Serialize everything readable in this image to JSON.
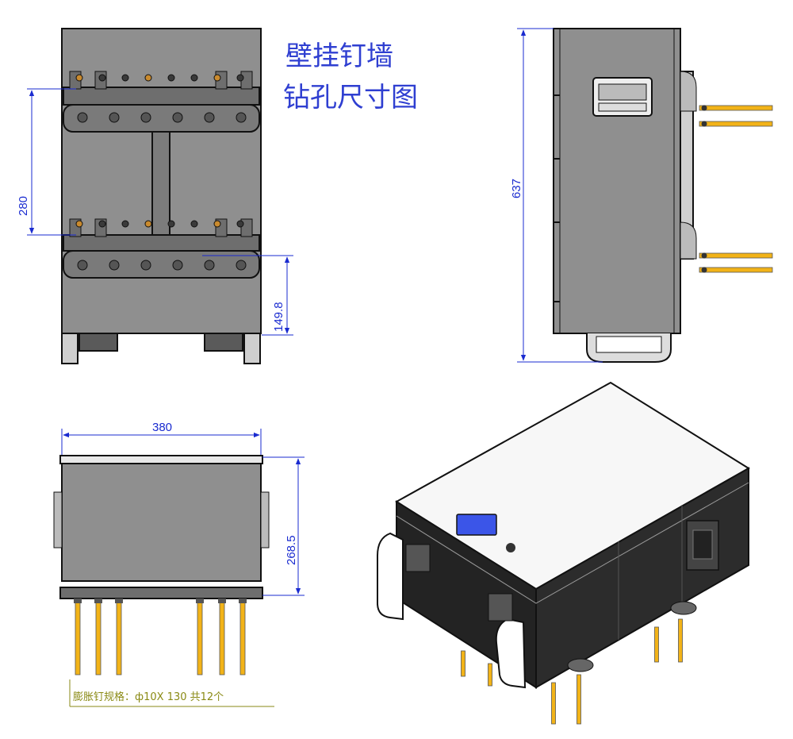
{
  "title": {
    "line1": "壁挂钉墙",
    "line2": "钻孔尺寸图"
  },
  "dimensions": {
    "rail_spacing": "280",
    "bottom_offset": "149.8",
    "height": "637",
    "width": "380",
    "depth": "268.5"
  },
  "spec_note": "膨胀钉规格：ф10X 130  共12个",
  "colors": {
    "dimension_blue": "#1a2bd0",
    "title_blue": "#2f3fd1",
    "panel_gray": "#8f8f8f",
    "bolt_yellow": "#f2b318",
    "note_olive": "#8a8a14",
    "screen_blue": "#3b55e8"
  }
}
